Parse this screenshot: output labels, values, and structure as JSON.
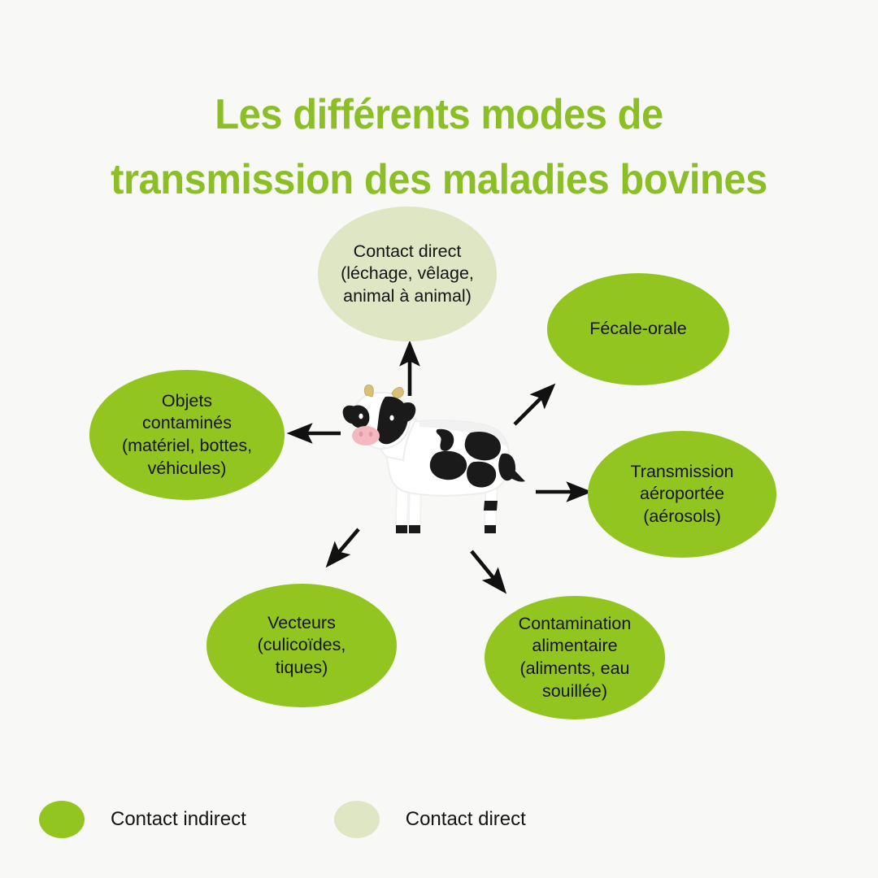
{
  "title": {
    "line1": "Les différents modes de",
    "line2": "transmission des maladies bovines"
  },
  "colors": {
    "background": "#f8f8f6",
    "title_green": "#8cbe26",
    "indirect_green": "#93c521",
    "direct_sage": "#dfe6c4",
    "text_black": "#141414",
    "arrow_black": "#111111"
  },
  "center": {
    "subject": "cow-illustration",
    "description": "Vache laitière noire et blanche"
  },
  "nodes": [
    {
      "id": "contact-direct",
      "label": "Contact direct\n(léchage, vêlage,\nanimal à animal)",
      "category": "Contact direct",
      "color": "#dfe6c4",
      "position": "top"
    },
    {
      "id": "fecale-orale",
      "label": "Fécale-orale",
      "category": "Contact indirect",
      "color": "#93c521",
      "position": "top-right"
    },
    {
      "id": "objets-contamines",
      "label": "Objets\ncontaminés\n(matériel, bottes,\nvéhicules)",
      "category": "Contact indirect",
      "color": "#93c521",
      "position": "left"
    },
    {
      "id": "transmission-aeroportee",
      "label": "Transmission\naéroportée\n(aérosols)",
      "category": "Contact indirect",
      "color": "#93c521",
      "position": "right"
    },
    {
      "id": "vecteurs",
      "label": "Vecteurs\n(culicoïdes,\ntiques)",
      "category": "Contact indirect",
      "color": "#93c521",
      "position": "bottom-left"
    },
    {
      "id": "contamination-alimentaire",
      "label": "Contamination\nalimentaire\n(aliments, eau\nsouillée)",
      "category": "Contact indirect",
      "color": "#93c521",
      "position": "bottom-right"
    }
  ],
  "arrows": [
    {
      "id": "arrow-up",
      "direction": "up",
      "target": "contact-direct"
    },
    {
      "id": "arrow-up-right",
      "direction": "up-right",
      "target": "fecale-orale"
    },
    {
      "id": "arrow-left",
      "direction": "left",
      "target": "objets-contamines"
    },
    {
      "id": "arrow-right",
      "direction": "right",
      "target": "transmission-aeroportee"
    },
    {
      "id": "arrow-down-left",
      "direction": "down-left",
      "target": "vecteurs"
    },
    {
      "id": "arrow-down-right",
      "direction": "down-right",
      "target": "contamination-alimentaire"
    }
  ],
  "legend": {
    "items": [
      {
        "id": "indirect",
        "label": "Contact indirect",
        "color": "#93c521"
      },
      {
        "id": "direct",
        "label": "Contact direct",
        "color": "#dfe6c4"
      }
    ]
  }
}
